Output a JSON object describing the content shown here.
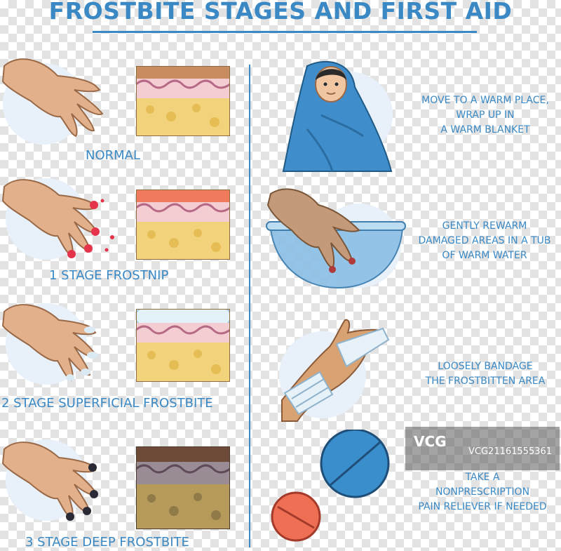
{
  "title": "FROSTBITE STAGES AND FIRST AID",
  "stages": [
    {
      "label": "NORMAL"
    },
    {
      "label": "1 STAGE   FROSTNIP"
    },
    {
      "label": "2 STAGE   SUPERFICIAL FROSTBITE"
    },
    {
      "label": "3 STAGE   DEEP FROSTBITE"
    }
  ],
  "aid": [
    {
      "lines": [
        "MOVE TO A WARM PLACE,",
        "WRAP UP IN",
        "A WARM BLANKET"
      ]
    },
    {
      "lines": [
        "GENTLY REWARM",
        "DAMAGED AREAS IN A TUB",
        "OF WARM WATER"
      ]
    },
    {
      "lines": [
        "LOOSELY BANDAGE",
        "THE FROSTBITTEN AREA"
      ]
    },
    {
      "lines": [
        "TAKE A",
        "NONPRESCRIPTION",
        "PAIN RELIEVER IF NEEDED"
      ]
    }
  ],
  "watermark": {
    "logo": "VCG",
    "code": "VCG21161555361"
  },
  "colors": {
    "accent": "#3a89c5",
    "skin": "#e2b08a",
    "fat": "#f2d27a",
    "blanket": "#3f8ecb"
  }
}
